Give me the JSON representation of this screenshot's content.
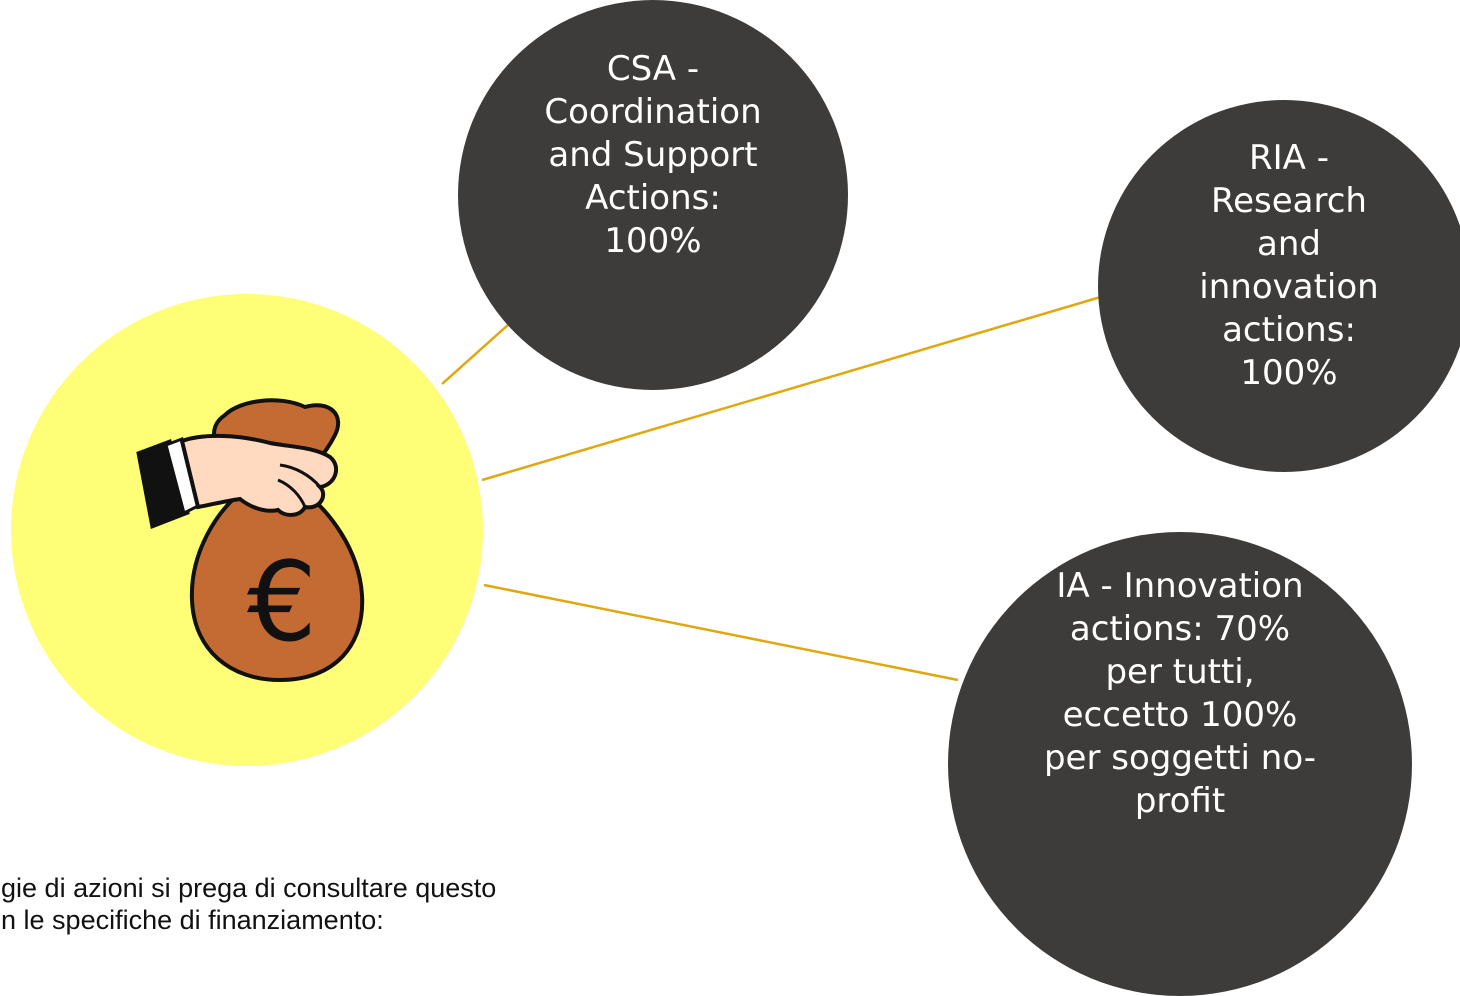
{
  "nodes": {
    "csa": {
      "label": "CSA -\nCoordination\nand Support\nActions:\n100%"
    },
    "ria": {
      "label": "RIA -\nResearch\nand\ninnovation\nactions:\n100%"
    },
    "ia": {
      "label": "IA - Innovation\nactions: 70%\nper tutti,\neccetto 100%\nper soggetti no-\nprofit"
    }
  },
  "hub": {
    "icon": "money-bag-euro-icon",
    "symbol": "€"
  },
  "note": {
    "line1": "ogie di azioni si prega di consultare questo",
    "line2": "on le specifiche di finanziamento:"
  },
  "colors": {
    "hub": "#ffff77",
    "node": "#3d3c3a",
    "connector": "#e0a80e",
    "bag": "#c46a33"
  }
}
